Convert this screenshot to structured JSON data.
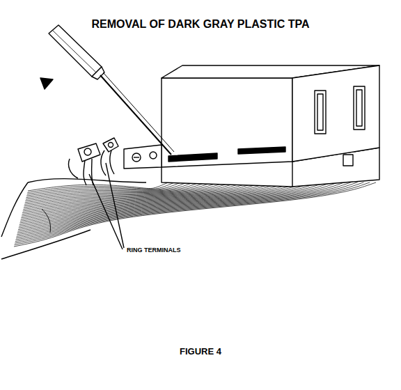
{
  "diagram": {
    "title": "REMOVAL OF DARK GRAY PLASTIC TPA",
    "caption": "FIGURE 4",
    "labels": [
      "RING TERMINALS"
    ]
  }
}
